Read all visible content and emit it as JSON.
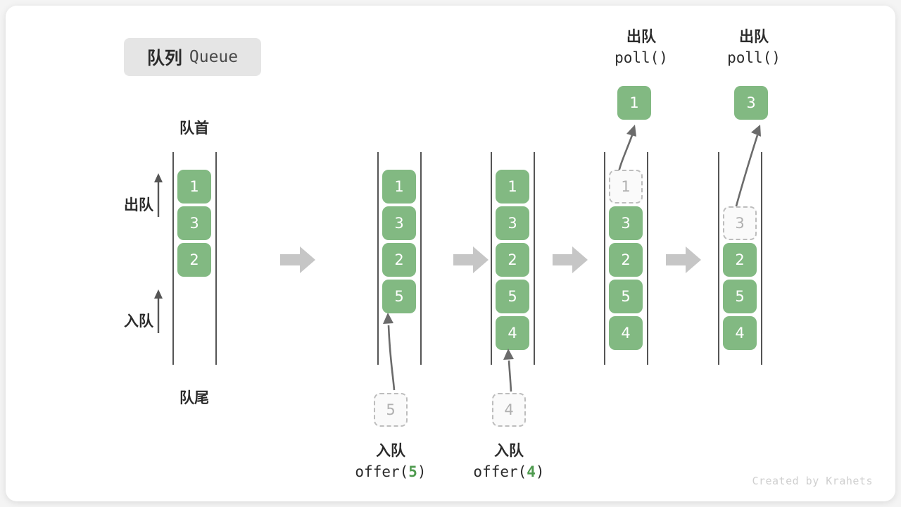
{
  "title": {
    "cn": "队列",
    "en": "Queue"
  },
  "labels": {
    "head": "队首",
    "tail": "队尾",
    "dequeue_side": "出队",
    "enqueue_side": "入队"
  },
  "colors": {
    "cell_fill": "#82b982",
    "cell_text": "#ffffff",
    "ghost_border": "#bdbdbd",
    "ghost_text": "#b0b0b0",
    "rail": "#555555",
    "step_arrow": "#c6c6c6",
    "badge_bg": "#e5e5e5",
    "accent_arg": "#4e9a4e",
    "credit": "#cfcfcf"
  },
  "columns": [
    {
      "name": "initial-queue",
      "cells": [
        {
          "value": "1",
          "state": "filled"
        },
        {
          "value": "3",
          "state": "filled"
        },
        {
          "value": "2",
          "state": "filled"
        }
      ],
      "top_offset_slots": 0
    },
    {
      "name": "after-offer-5",
      "cells": [
        {
          "value": "1",
          "state": "filled"
        },
        {
          "value": "3",
          "state": "filled"
        },
        {
          "value": "2",
          "state": "filled"
        },
        {
          "value": "5",
          "state": "filled"
        }
      ],
      "top_offset_slots": 0
    },
    {
      "name": "after-offer-4",
      "cells": [
        {
          "value": "1",
          "state": "filled"
        },
        {
          "value": "3",
          "state": "filled"
        },
        {
          "value": "2",
          "state": "filled"
        },
        {
          "value": "5",
          "state": "filled"
        },
        {
          "value": "4",
          "state": "filled"
        }
      ],
      "top_offset_slots": 0
    },
    {
      "name": "poll-1",
      "cells": [
        {
          "value": "1",
          "state": "ghost"
        },
        {
          "value": "3",
          "state": "filled"
        },
        {
          "value": "2",
          "state": "filled"
        },
        {
          "value": "5",
          "state": "filled"
        },
        {
          "value": "4",
          "state": "filled"
        }
      ],
      "top_offset_slots": 0
    },
    {
      "name": "poll-3",
      "cells": [
        {
          "value": "3",
          "state": "ghost"
        },
        {
          "value": "2",
          "state": "filled"
        },
        {
          "value": "5",
          "state": "filled"
        },
        {
          "value": "4",
          "state": "filled"
        }
      ],
      "top_offset_slots": 1
    }
  ],
  "enqueue_ops": [
    {
      "name": "offer-5",
      "cn": "入队",
      "code_prefix": "offer(",
      "code_arg": "5",
      "code_suffix": ")",
      "ghost_value": "5"
    },
    {
      "name": "offer-4",
      "cn": "入队",
      "code_prefix": "offer(",
      "code_arg": "4",
      "code_suffix": ")",
      "ghost_value": "4"
    }
  ],
  "dequeue_ops": [
    {
      "name": "poll-1",
      "cn": "出队",
      "code": "poll()",
      "popped_value": "1"
    },
    {
      "name": "poll-3",
      "cn": "出队",
      "code": "poll()",
      "popped_value": "3"
    }
  ],
  "step_arrow_count": 4,
  "credit": "Created by Krahets"
}
